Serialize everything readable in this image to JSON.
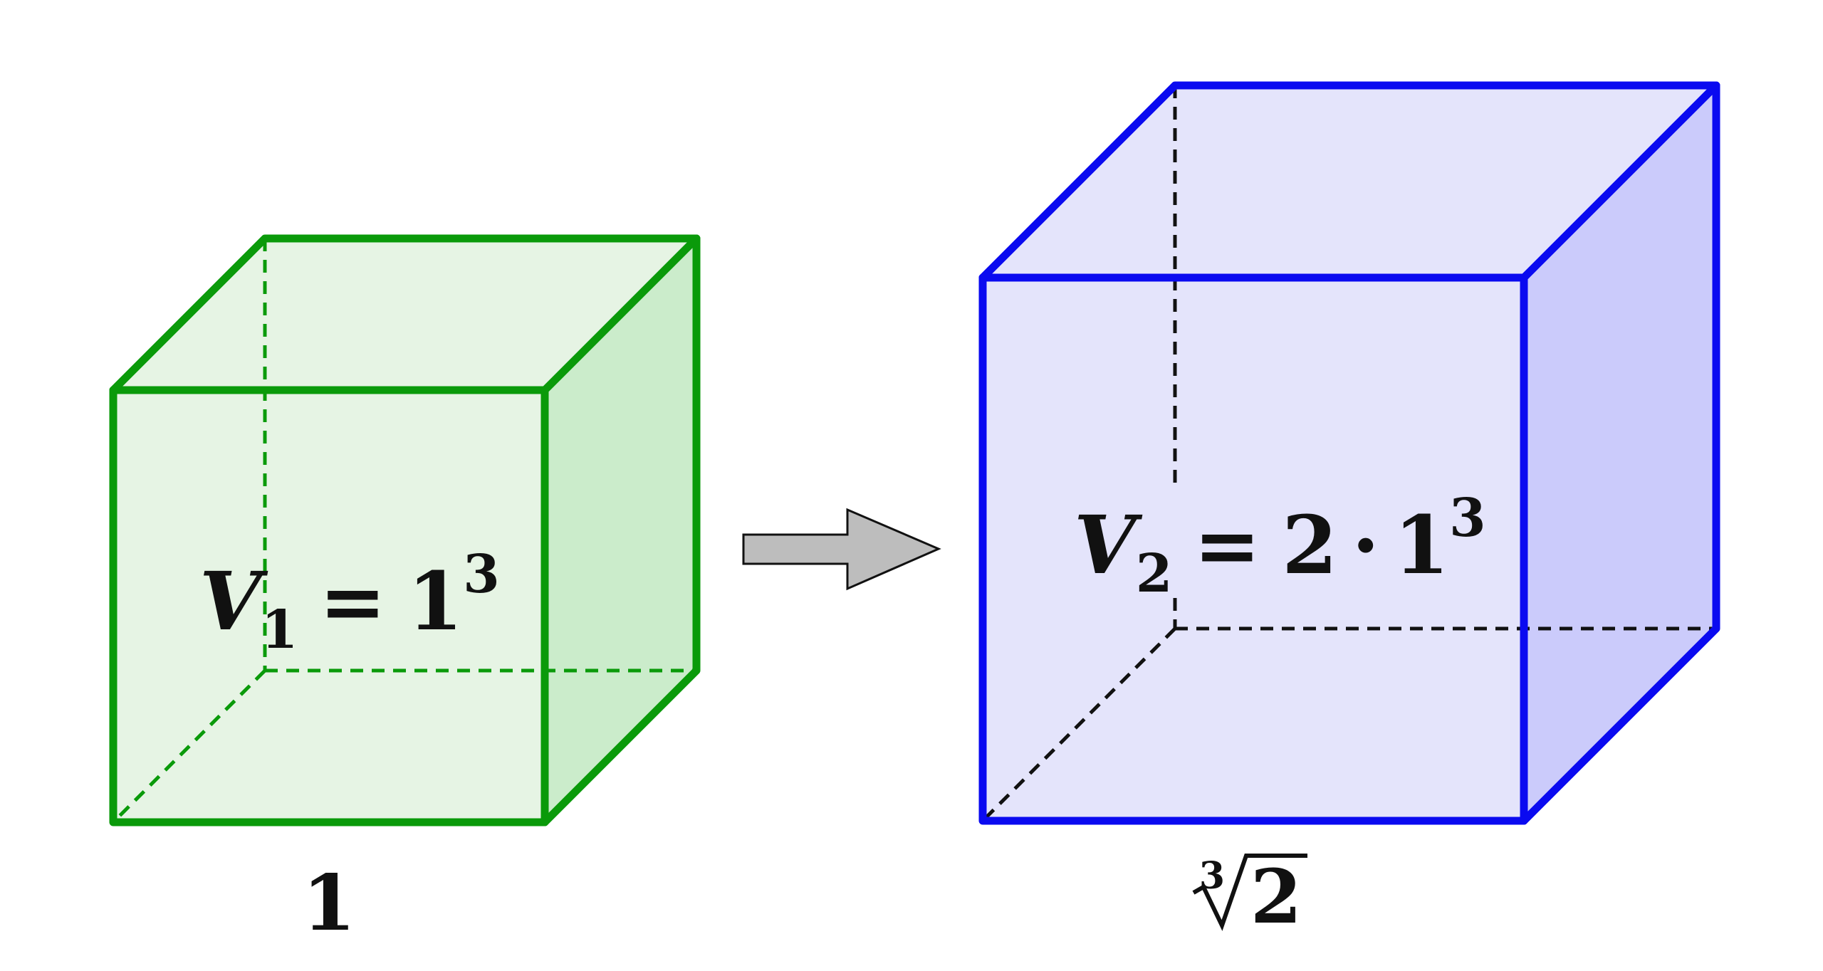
{
  "cube_small": {
    "label_var": "V",
    "label_sub": "1",
    "label_rhs_base": "1",
    "label_rhs_exp": "3",
    "edge_label": "1",
    "stroke_color": "#0a9a0a",
    "front_fill": "#e6f4e4",
    "side_fill": "#cbeccb"
  },
  "cube_large": {
    "label_var": "V",
    "label_sub": "2",
    "label_rhs_coeff": "2",
    "label_rhs_dot": "·",
    "label_rhs_base": "1",
    "label_rhs_exp": "3",
    "edge_label_index": "3",
    "edge_label_radicand": "2",
    "stroke_color": "#0a0af0",
    "front_fill": "#e4e4fb",
    "side_fill": "#cbcbfb"
  },
  "arrow": {
    "fill": "#bdbdbd",
    "stroke": "#111111"
  },
  "equals_sign": "="
}
